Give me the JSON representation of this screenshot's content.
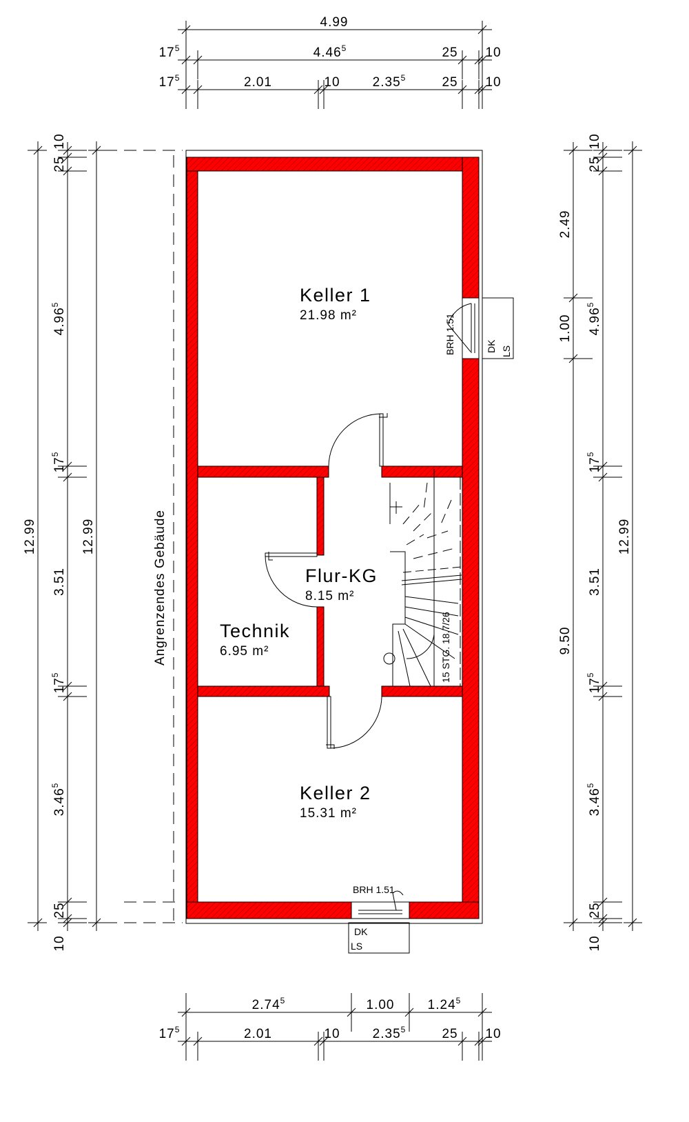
{
  "rooms": {
    "keller1": {
      "name": "Keller 1",
      "area": "21.98 m²"
    },
    "flur": {
      "name": "Flur-KG",
      "area": "8.15 m²"
    },
    "technik": {
      "name": "Technik",
      "area": "6.95 m²"
    },
    "keller2": {
      "name": "Keller 2",
      "area": "15.31 m²"
    }
  },
  "labels": {
    "adjacent": "Angrenzendes Gebäude",
    "stairs": "15 STG. 18.7/26",
    "window_right": {
      "brh": "BRH 1.51",
      "dk": "DK",
      "ls": "LS"
    },
    "window_bottom": {
      "brh": "BRH 1.51",
      "dk": "DK",
      "ls": "LS"
    }
  },
  "dims": {
    "top": {
      "overall": "4.99",
      "row2": [
        {
          "v": "17",
          "s": "5"
        },
        {
          "v": "4.46",
          "s": "5"
        },
        {
          "v": "25",
          "s": ""
        },
        {
          "v": "10",
          "s": ""
        }
      ],
      "row3": [
        {
          "v": "17",
          "s": "5"
        },
        {
          "v": "2.01",
          "s": ""
        },
        {
          "v": "10",
          "s": ""
        },
        {
          "v": "2.35",
          "s": "5"
        },
        {
          "v": "25",
          "s": ""
        },
        {
          "v": "10",
          "s": ""
        }
      ]
    },
    "bottom": {
      "row1": [
        {
          "v": "2.74",
          "s": "5"
        },
        {
          "v": "1.00",
          "s": ""
        },
        {
          "v": "1.24",
          "s": "5"
        }
      ],
      "row2": [
        {
          "v": "17",
          "s": "5"
        },
        {
          "v": "2.01",
          "s": ""
        },
        {
          "v": "10",
          "s": ""
        },
        {
          "v": "2.35",
          "s": "5"
        },
        {
          "v": "25",
          "s": ""
        },
        {
          "v": "10",
          "s": ""
        }
      ]
    },
    "left": {
      "overall": "12.99",
      "inner": "12.99",
      "chain": [
        {
          "v": "10",
          "s": ""
        },
        {
          "v": "25",
          "s": ""
        },
        {
          "v": "4.96",
          "s": "5"
        },
        {
          "v": "17",
          "s": "5"
        },
        {
          "v": "3.51",
          "s": ""
        },
        {
          "v": "17",
          "s": "5"
        },
        {
          "v": "3.46",
          "s": "5"
        },
        {
          "v": "25",
          "s": ""
        },
        {
          "v": "10",
          "s": ""
        }
      ]
    },
    "right": {
      "overall": "12.99",
      "openings": [
        {
          "v": "2.49",
          "s": ""
        },
        {
          "v": "1.00",
          "s": ""
        },
        {
          "v": "9.50",
          "s": ""
        }
      ],
      "chain": [
        {
          "v": "10",
          "s": ""
        },
        {
          "v": "25",
          "s": ""
        },
        {
          "v": "4.96",
          "s": "5"
        },
        {
          "v": "17",
          "s": "5"
        },
        {
          "v": "3.51",
          "s": ""
        },
        {
          "v": "17",
          "s": "5"
        },
        {
          "v": "3.46",
          "s": "5"
        },
        {
          "v": "25",
          "s": ""
        },
        {
          "v": "10",
          "s": ""
        }
      ]
    }
  },
  "colors": {
    "wall": "#ff0000",
    "line": "#000000"
  }
}
